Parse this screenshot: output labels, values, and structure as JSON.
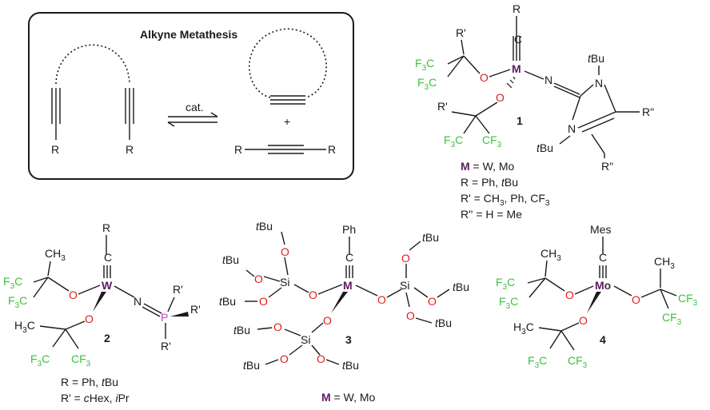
{
  "panel": {
    "title": "Alkyne Metathesis",
    "catalyst": "cat."
  },
  "atoms": {
    "R": "R",
    "O": "O",
    "N": "N",
    "W": "W",
    "M": "M",
    "Mo": "Mo",
    "P": "P",
    "Si": "Si",
    "Ph": "Ph",
    "Mes": "Mes",
    "Rp": "R'",
    "Rpp": "R\"",
    "CH3": "CH",
    "sub3": "3",
    "F3C": "F",
    "CF3": "CF",
    "tBu_t": "t",
    "tBu_Bu": "Bu",
    "H3C": "H",
    "C": "C"
  },
  "compounds": {
    "c1": "1",
    "c2": "2",
    "c3": "3",
    "c4": "4"
  },
  "legend1": {
    "line1_eq": " = W, Mo",
    "line2_a": "R = Ph, ",
    "line2_b": "t",
    "line2_c": "Bu",
    "line3_a": "R' = CH",
    "line3_b": "3",
    "line3_c": ", Ph, CF",
    "line3_d": "3",
    "line4": "R'' = H = Me"
  },
  "legend2": {
    "line1_a": "R = Ph, ",
    "line1_b": "t",
    "line1_c": "Bu",
    "line2_a": "R' = ",
    "line2_b": "c",
    "line2_c": "Hex, ",
    "line2_d": "i",
    "line2_e": "Pr"
  },
  "legend3": {
    "eq": " = W, Mo"
  },
  "plus": "+"
}
